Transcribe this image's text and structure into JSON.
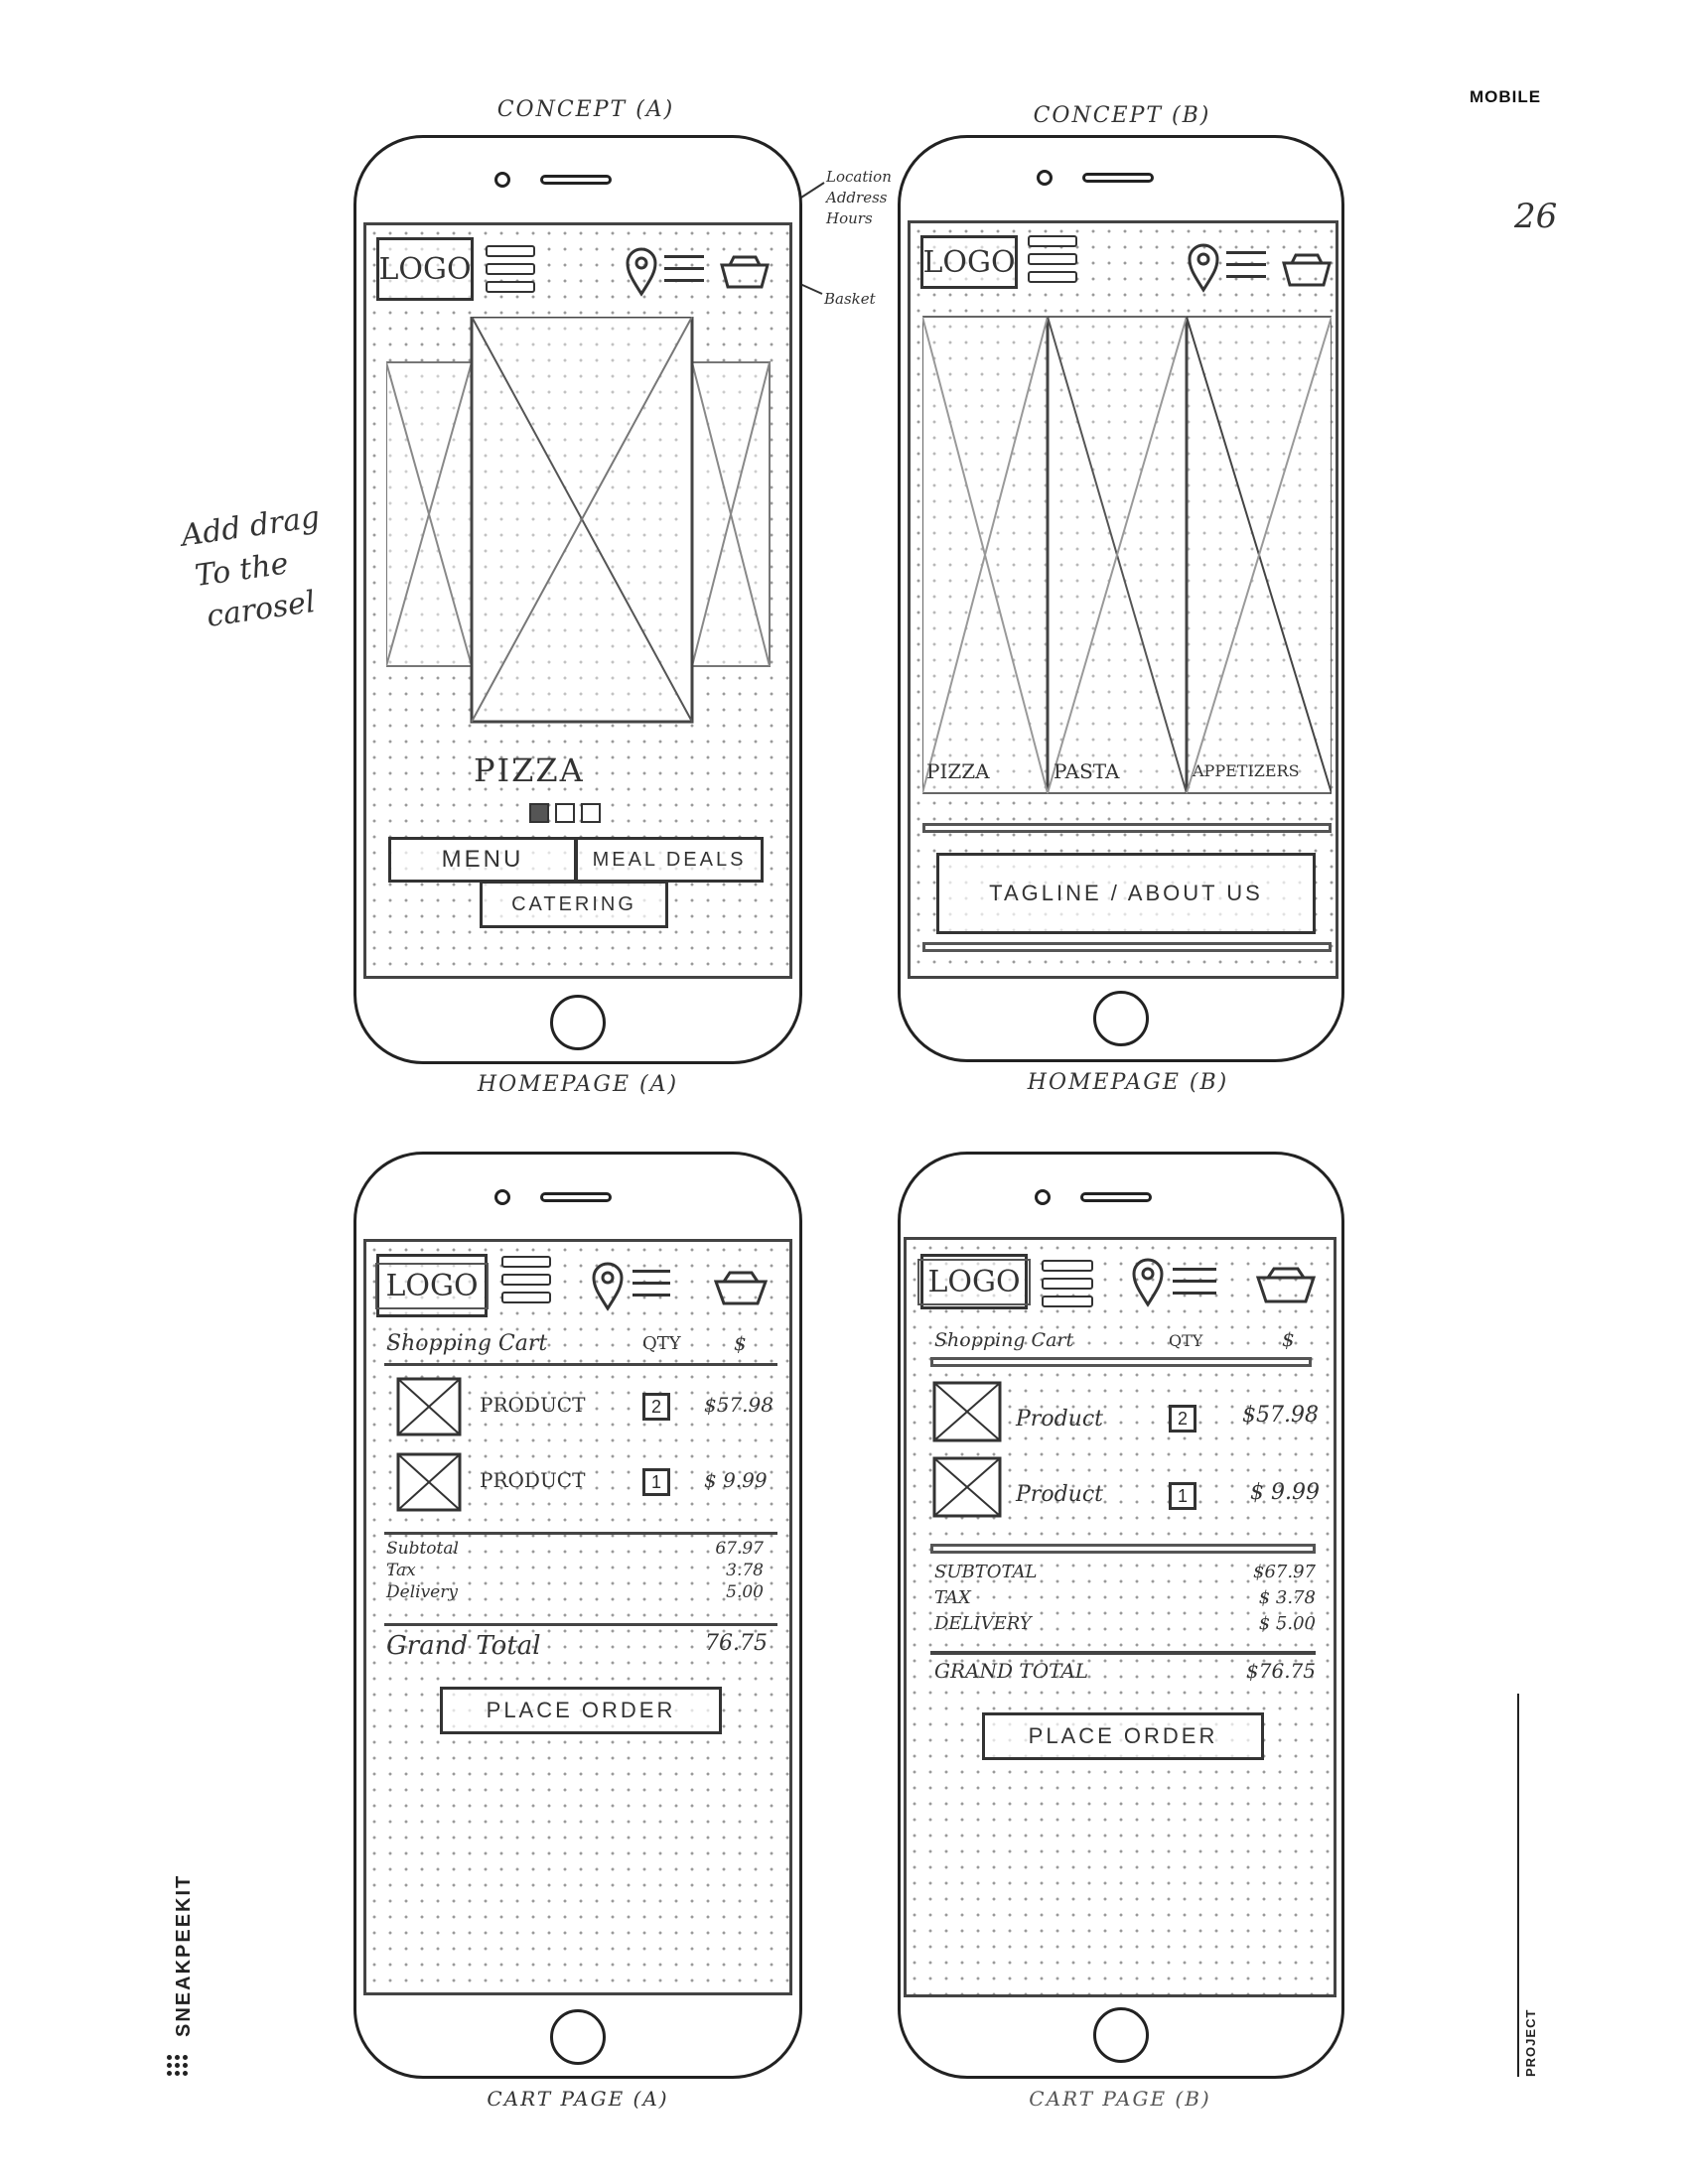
{
  "page": {
    "concept_a": "CONCEPT (A)",
    "concept_b": "CONCEPT (B)",
    "mobile": "MOBILE",
    "page_number": "26",
    "side_note": [
      "Add drag",
      "To the",
      "carosel"
    ],
    "brand": "SNEAKPEEKIT",
    "project": "PROJECT"
  },
  "annotations": {
    "location": [
      "Location",
      "Address",
      "Hours"
    ],
    "basket": "Basket"
  },
  "header": {
    "logo": "LOGO"
  },
  "homepage_a": {
    "caption": "HOMEPAGE (A)",
    "slide_label": "PIZZA",
    "buttons": {
      "menu": "MENU",
      "meal_deals": "MEAL DEALS",
      "catering": "CATERING"
    }
  },
  "homepage_b": {
    "caption": "HOMEPAGE (B)",
    "tiles": [
      "PIZZA",
      "PASTA",
      "APPETIZERS"
    ],
    "tagline": "TAGLINE / ABOUT US"
  },
  "cart_a": {
    "caption": "CART PAGE (A)",
    "heading": "Shopping Cart",
    "qty_header": "QTY",
    "price_header": "$",
    "items": [
      {
        "name": "PRODUCT",
        "qty": "2",
        "price": "$57.98"
      },
      {
        "name": "PRODUCT",
        "qty": "1",
        "price": "$ 9.99"
      }
    ],
    "subtotal_label": "Subtotal",
    "subtotal": "67.97",
    "tax_label": "Tax",
    "tax": "3.78",
    "delivery_label": "Delivery",
    "delivery": "5.00",
    "grand_total_label": "Grand Total",
    "grand_total": "76.75",
    "place_order": "PLACE ORDER"
  },
  "cart_b": {
    "caption": "CART PAGE (B)",
    "heading": "Shopping Cart",
    "qty_header": "QTY",
    "price_header": "$",
    "items": [
      {
        "name": "Product",
        "qty": "2",
        "price": "$57.98"
      },
      {
        "name": "Product",
        "qty": "1",
        "price": "$ 9.99"
      }
    ],
    "subtotal_label": "SUBTOTAL",
    "subtotal": "$67.97",
    "tax_label": "TAX",
    "tax": "$ 3.78",
    "delivery_label": "DELIVERY",
    "delivery": "$ 5.00",
    "grand_total_label": "GRAND TOTAL",
    "grand_total": "$76.75",
    "place_order": "PLACE ORDER"
  }
}
